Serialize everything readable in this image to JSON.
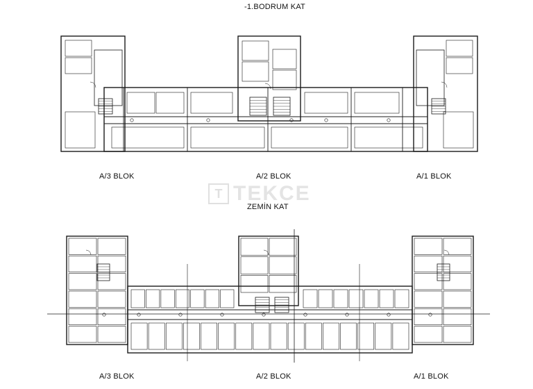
{
  "titles": {
    "basement": "-1.BODRUM KAT",
    "ground": "ZEMİN KAT"
  },
  "blocks": {
    "a3": "A/3 BLOK",
    "a2": "A/2 BLOK",
    "a1": "A/1 BLOK"
  },
  "watermark": "TEKCE",
  "colors": {
    "line": "#1a1a1a",
    "background": "#ffffff"
  }
}
